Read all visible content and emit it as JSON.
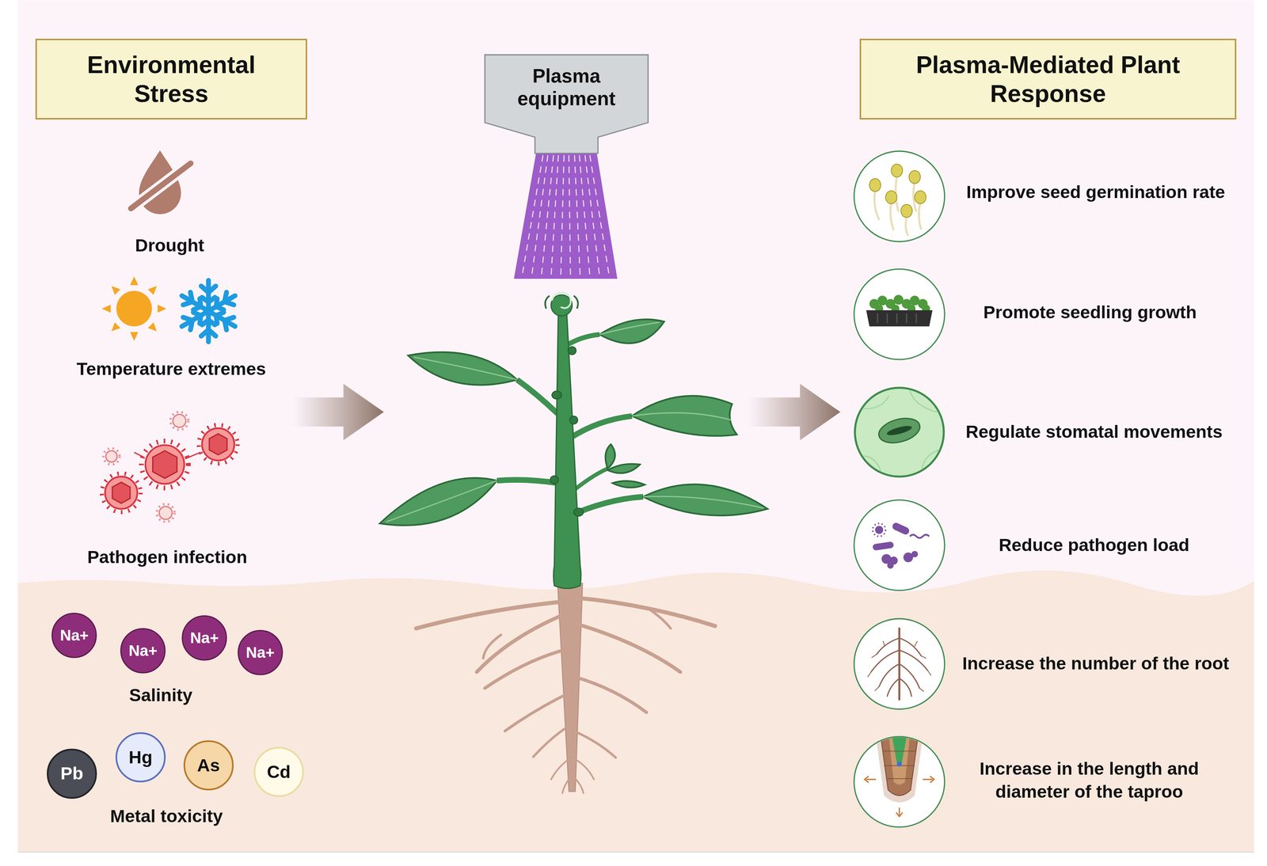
{
  "diagram": {
    "nodes": [
      {
        "text": [
          "Environmental Stress"
        ]
      },
      {
        "text": [
          "Plasma equipment"
        ]
      },
      {
        "text": [
          "Plasma-Mediated Plant Response"
        ]
      },
      {
        "text": [
          "Na+"
        ]
      },
      {
        "text": [
          "Na+"
        ]
      },
      {
        "text": [
          "Na+"
        ]
      },
      {
        "text": [
          "Na+"
        ]
      },
      {
        "text": [
          "Pb"
        ]
      },
      {
        "text": [
          "Hg"
        ]
      },
      {
        "text": [
          "As"
        ]
      },
      {
        "text": [
          "Cd"
        ]
      }
    ],
    "labels": [
      "Drought",
      "Temperature extremes",
      "Pathogen infection",
      "Salinity",
      "Metal toxicity",
      "Improve seed germination rate",
      "Promote seedling growth",
      "Regulate stomatal movements",
      "Reduce pathogen load",
      "Increase the number of the root",
      "Increase in the length and diameter of the taproo"
    ]
  }
}
